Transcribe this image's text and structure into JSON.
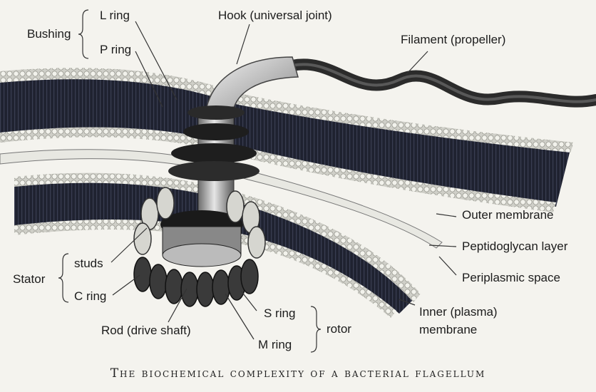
{
  "labels": {
    "bushing": "Bushing",
    "l_ring": "L ring",
    "p_ring": "P ring",
    "hook": "Hook (universal joint)",
    "filament": "Filament (propeller)",
    "outer_membrane": "Outer membrane",
    "peptidoglycan": "Peptidoglycan layer",
    "periplasmic": "Periplasmic space",
    "inner_membrane_1": "Inner (plasma)",
    "inner_membrane_2": "membrane",
    "stator": "Stator",
    "studs": "studs",
    "c_ring": "C ring",
    "rod": "Rod (drive shaft)",
    "s_ring": "S ring",
    "m_ring": "M ring",
    "rotor": "rotor"
  },
  "caption": "The biochemical complexity of a bacterial flagellum",
  "colors": {
    "background": "#f4f3ee",
    "membrane_dark": "#1f2230",
    "bead": "#d8d8d2",
    "leader": "#333333"
  }
}
